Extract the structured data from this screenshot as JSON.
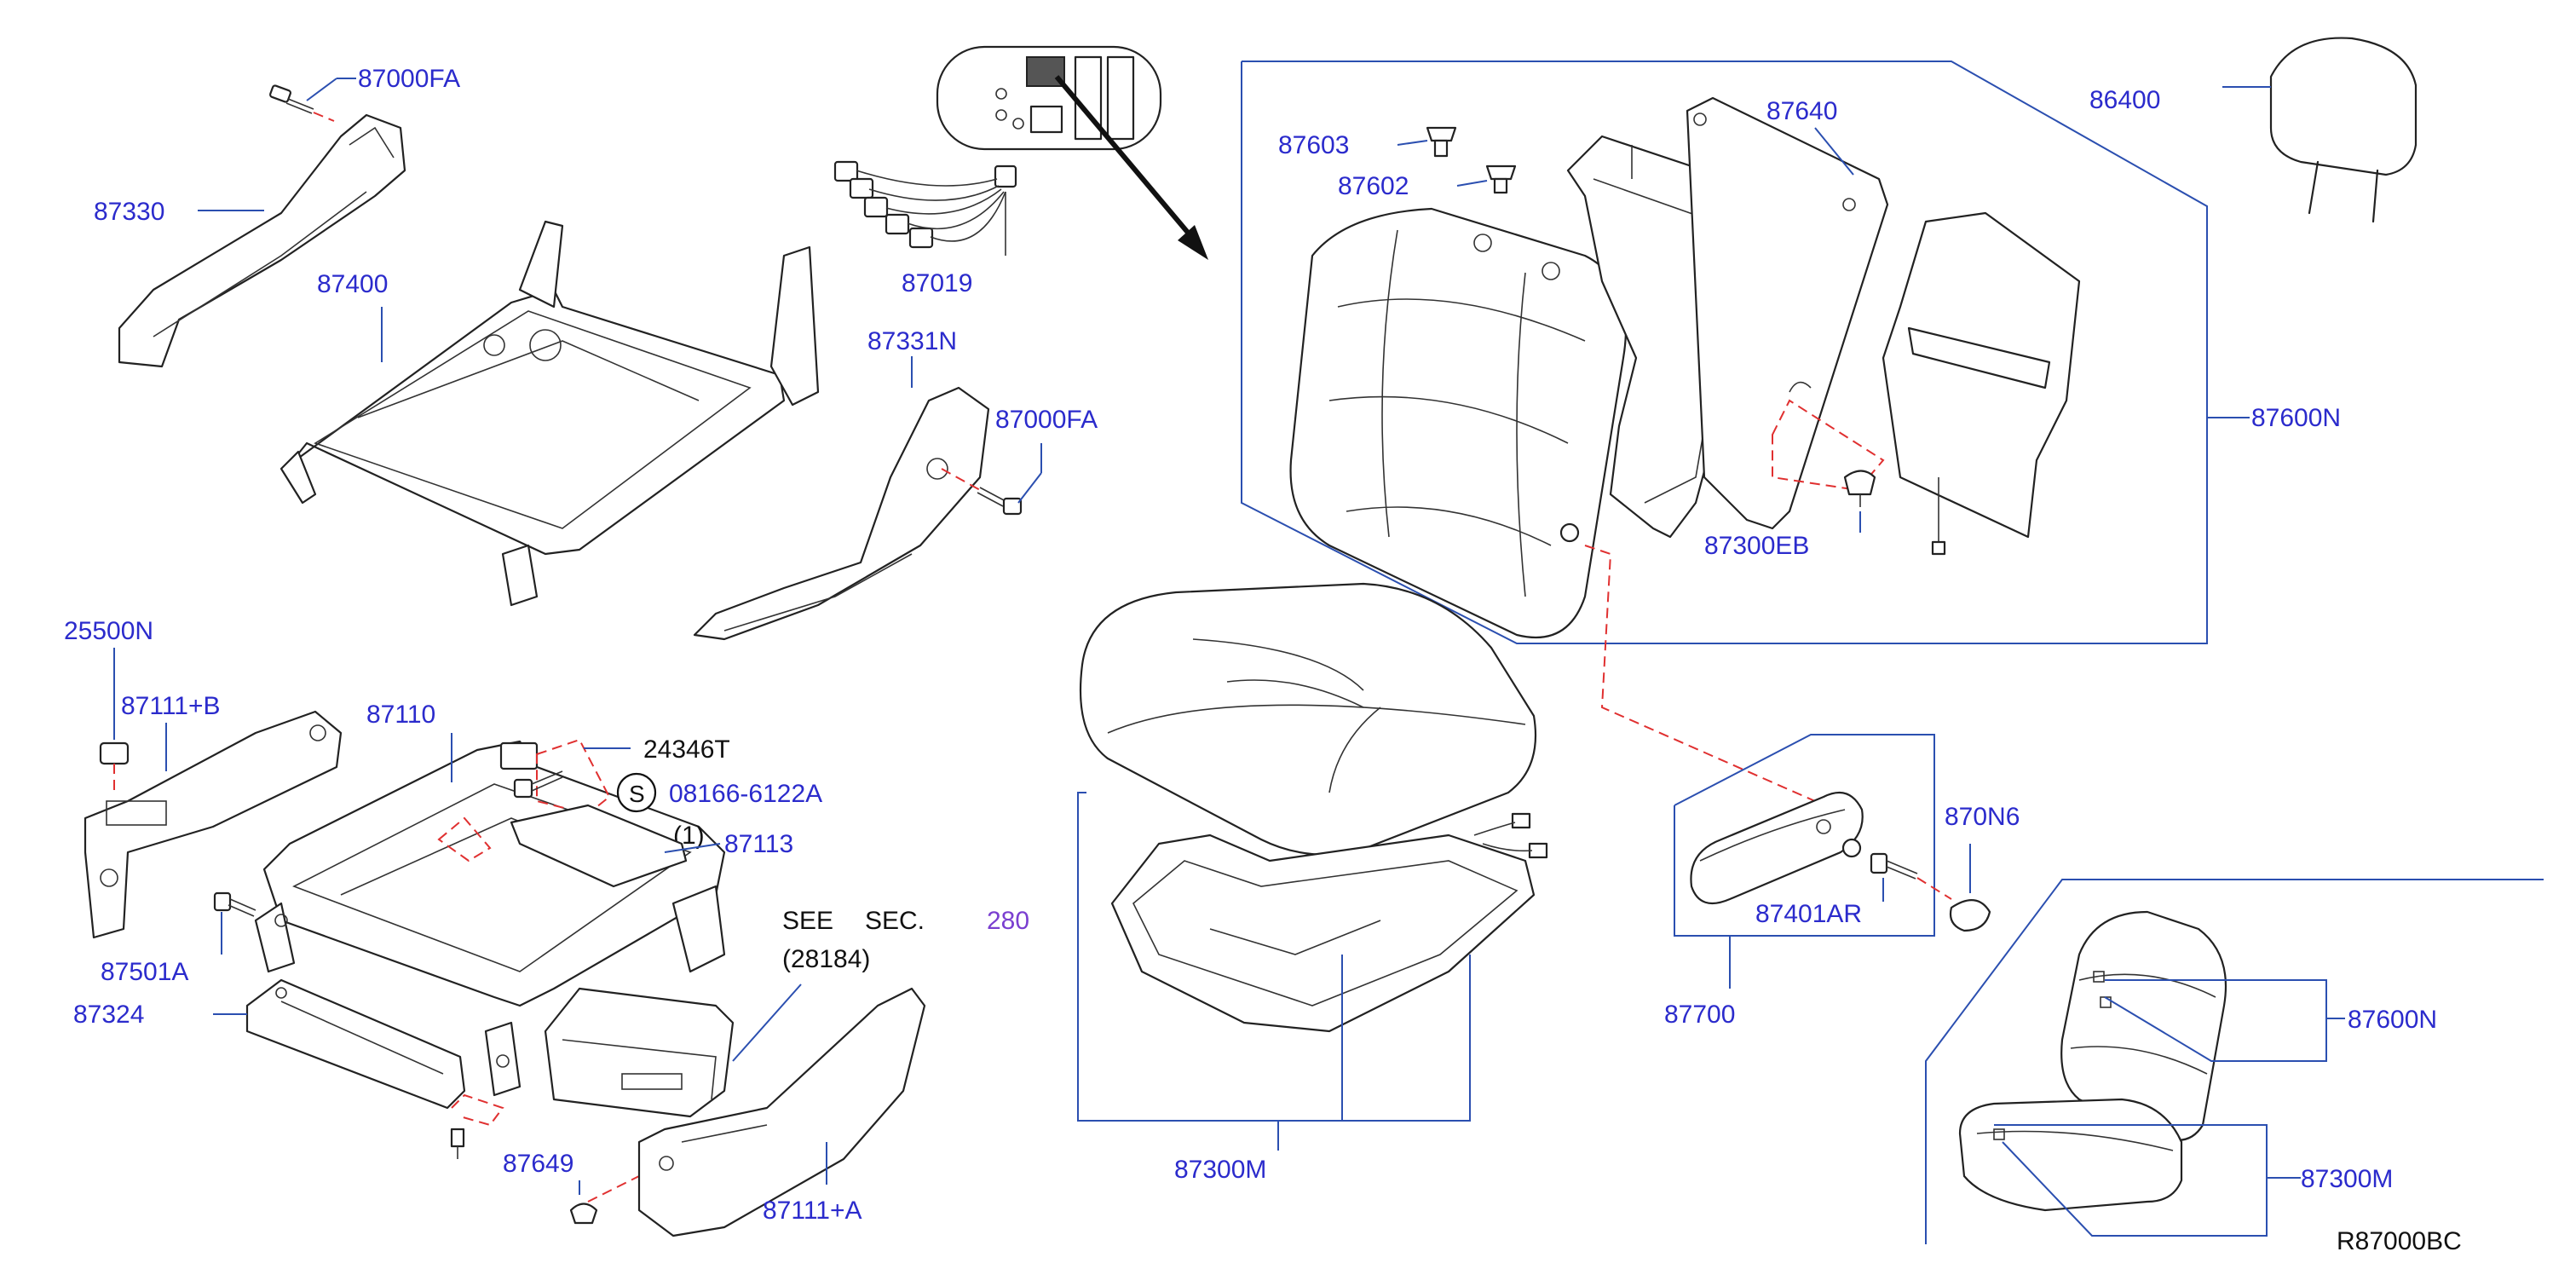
{
  "diagram_code": "R87000BC",
  "callouts": {
    "c87000FA_top": "87000FA",
    "c87330": "87330",
    "c87400": "87400",
    "c87019": "87019",
    "c87331N": "87331N",
    "c87000FA_mid": "87000FA",
    "c87603": "87603",
    "c87602": "87602",
    "c87640": "87640",
    "c86400": "86400",
    "c87600N_main": "87600N",
    "c87300EB": "87300EB",
    "c25500N": "25500N",
    "c87111B": "87111+B",
    "c87110": "87110",
    "c24346T": "24346T",
    "c08166": "08166-6122A",
    "c08166_qty": "(1)",
    "c87113": "87113",
    "c87501A": "87501A",
    "c87324": "87324",
    "c87649": "87649",
    "c87111A": "87111+A",
    "c87300M_main": "87300M",
    "c870N6": "870N6",
    "c87401AR": "87401AR",
    "c87700": "87700",
    "c87600N_inset": "87600N",
    "c87300M_inset": "87300M"
  },
  "see_section": {
    "see": "SEE",
    "sec": "SEC.",
    "number": "280",
    "ref": "(28184)"
  },
  "symbols": {
    "s_mark": "S"
  }
}
